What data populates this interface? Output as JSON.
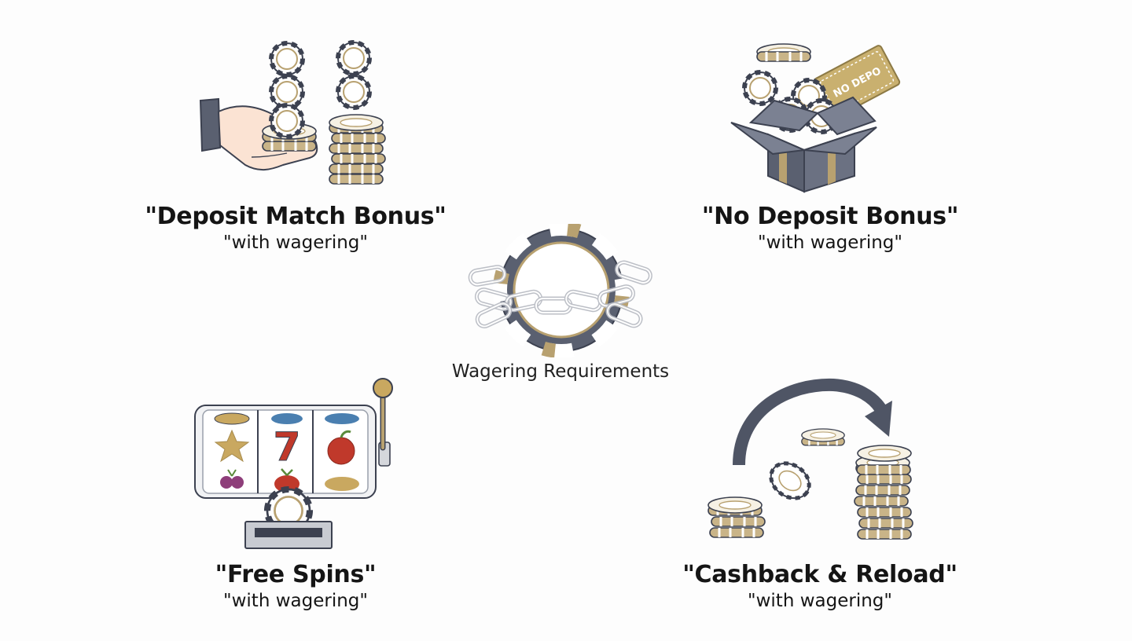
{
  "center": {
    "label": "Wagering Requirements",
    "icon": "chained-chip-icon"
  },
  "bonuses": [
    {
      "id": "deposit-match",
      "title": "\"Deposit Match Bonus\"",
      "subtitle": "\"with wagering\"",
      "icon": "hand-with-chips-icon"
    },
    {
      "id": "no-deposit",
      "title": "\"No Deposit Bonus\"",
      "subtitle": "\"with wagering\"",
      "icon": "gift-box-icon"
    },
    {
      "id": "free-spins",
      "title": "\"Free Spins\"",
      "subtitle": "\"with wagering\"",
      "icon": "slot-machine-icon"
    },
    {
      "id": "cashback-reload",
      "title": "\"Cashback & Reload\"",
      "subtitle": "\"with wagering\"",
      "icon": "circular-arrow-chips-icon"
    }
  ],
  "ticket_text": "NO DEPO",
  "colors": {
    "gold": "#b8a170",
    "slate": "#5a6070",
    "dark": "#3c4150",
    "red": "#c0392b",
    "blue": "#4a7fb0",
    "purple": "#8e3e7a"
  }
}
